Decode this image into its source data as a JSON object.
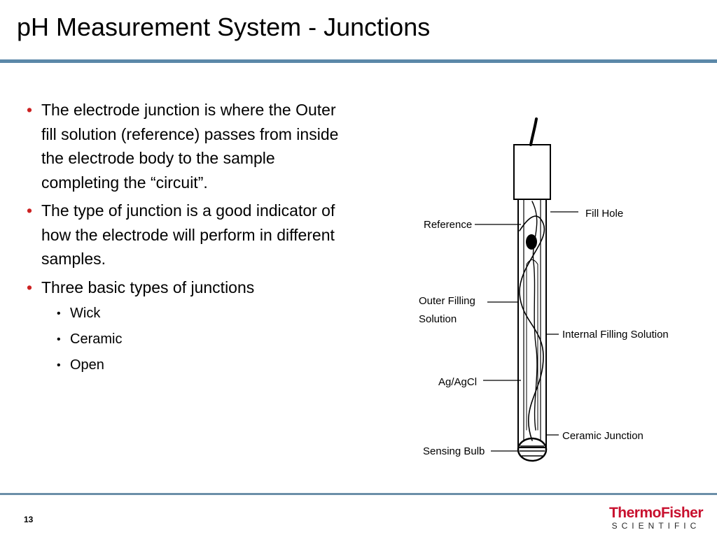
{
  "slide": {
    "title": "pH Measurement System - Junctions",
    "page_number": "13"
  },
  "bullets": [
    "The electrode junction is where the Outer fill solution (reference) passes from inside the electrode body to the sample completing the “circuit”.",
    "The type of junction is a good indicator of how the electrode will perform in different samples.",
    "Three basic types of junctions"
  ],
  "sub_bullets": [
    "Wick",
    "Ceramic",
    "Open"
  ],
  "diagram": {
    "labels": {
      "reference": "Reference",
      "outer_filling_1": "Outer Filling",
      "outer_filling_2": "Solution",
      "ag_agcl": "Ag/AgCl",
      "sensing_bulb": "Sensing Bulb",
      "fill_hole": "Fill Hole",
      "internal_filling": "Internal Filling Solution",
      "ceramic_junction": "Ceramic Junction"
    }
  },
  "logo": {
    "main": "ThermoFisher",
    "sub": "SCIENTIFIC"
  },
  "colors": {
    "accent_bullet": "#cc2222",
    "rule": "#5b88a8",
    "logo_red": "#c8102e"
  }
}
